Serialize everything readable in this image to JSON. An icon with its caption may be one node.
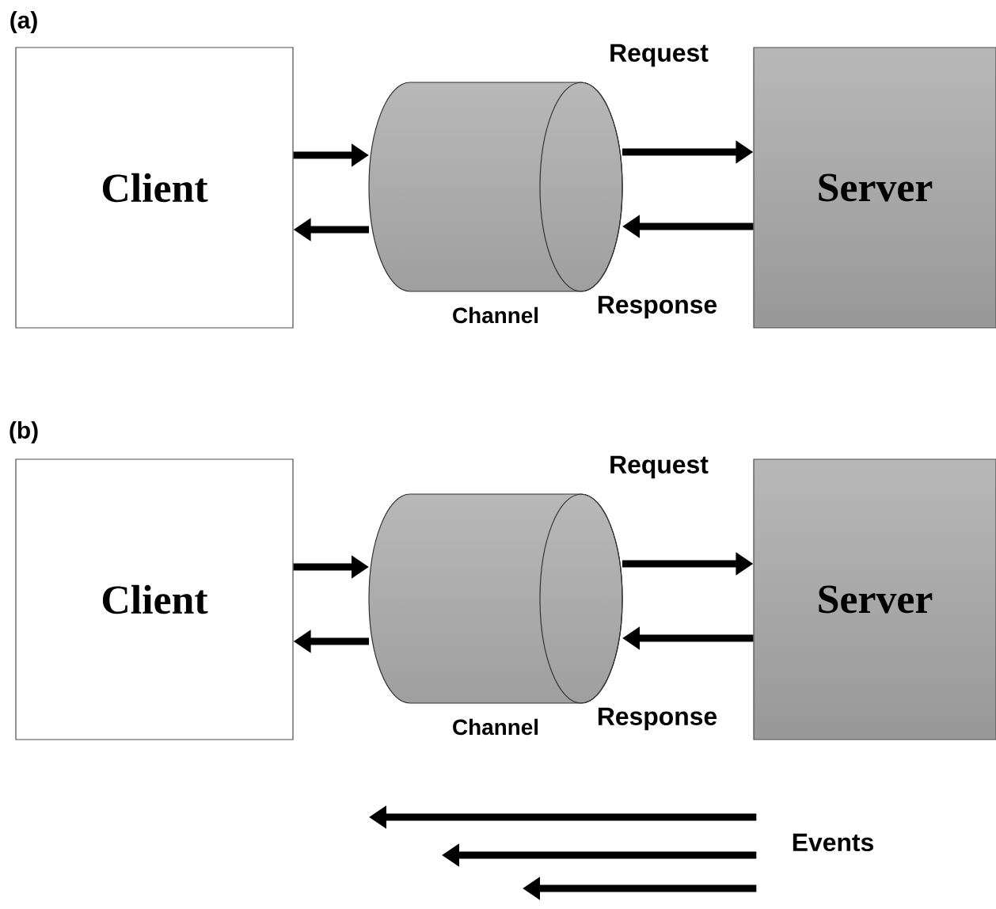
{
  "diagram": {
    "nodes": [
      {
        "text": [
          "Client"
        ]
      },
      {
        "text": [],
        "shape": "cylinder",
        "beside": [
          "Channel"
        ]
      },
      {
        "text": [
          "Server"
        ]
      },
      {
        "text": [
          "Client"
        ]
      },
      {
        "text": [],
        "shape": "cylinder",
        "beside": [
          "Channel"
        ]
      },
      {
        "text": [
          "Server"
        ]
      },
      {
        "text": [
          "Events"
        ]
      }
    ],
    "edges": [
      {
        "from": 0,
        "to": 1,
        "arrow": "to"
      },
      {
        "from": 1,
        "to": 0,
        "arrow": "to"
      },
      {
        "from": 1,
        "to": 2,
        "arrow": "to",
        "label": "Request"
      },
      {
        "from": 2,
        "to": 1,
        "arrow": "to",
        "label": "Response"
      },
      {
        "from": 3,
        "to": 4,
        "arrow": "to"
      },
      {
        "from": 4,
        "to": 3,
        "arrow": "to"
      },
      {
        "from": 4,
        "to": 5,
        "arrow": "to",
        "label": "Request"
      },
      {
        "from": 5,
        "to": 4,
        "arrow": "to",
        "label": "Response"
      },
      {
        "from": 6,
        "to": null,
        "arrow": "to"
      },
      {
        "from": 6,
        "to": null,
        "arrow": "to"
      },
      {
        "from": 6,
        "to": null,
        "arrow": "to"
      }
    ],
    "labels": [
      "(a)",
      "(b)"
    ]
  }
}
